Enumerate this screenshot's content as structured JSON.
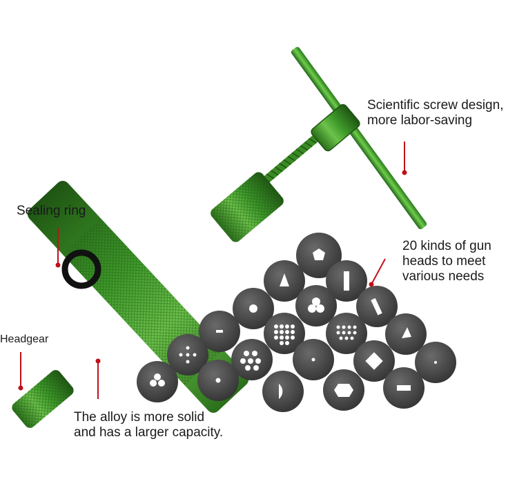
{
  "labels": {
    "screw_line1": "Scientific screw design,",
    "screw_line2": "more labor-saving",
    "heads_line1": "20 kinds of gun",
    "heads_line2": "heads to meet",
    "heads_line3": "various needs",
    "sealing_ring": "Sealing ring",
    "headgear": "Headgear",
    "alloy_line1": "The alloy is more solid",
    "alloy_line2": "and has a larger capacity."
  },
  "colors": {
    "tool_green": "#3f9a2a",
    "tool_green_dark": "#2a6e1a",
    "disc_gray": "#4a4a4a",
    "pointer_red": "#c0101a",
    "ring_black": "#111111"
  },
  "objects": {
    "tool": "clay-extruder-gun",
    "discs_count": 20
  }
}
